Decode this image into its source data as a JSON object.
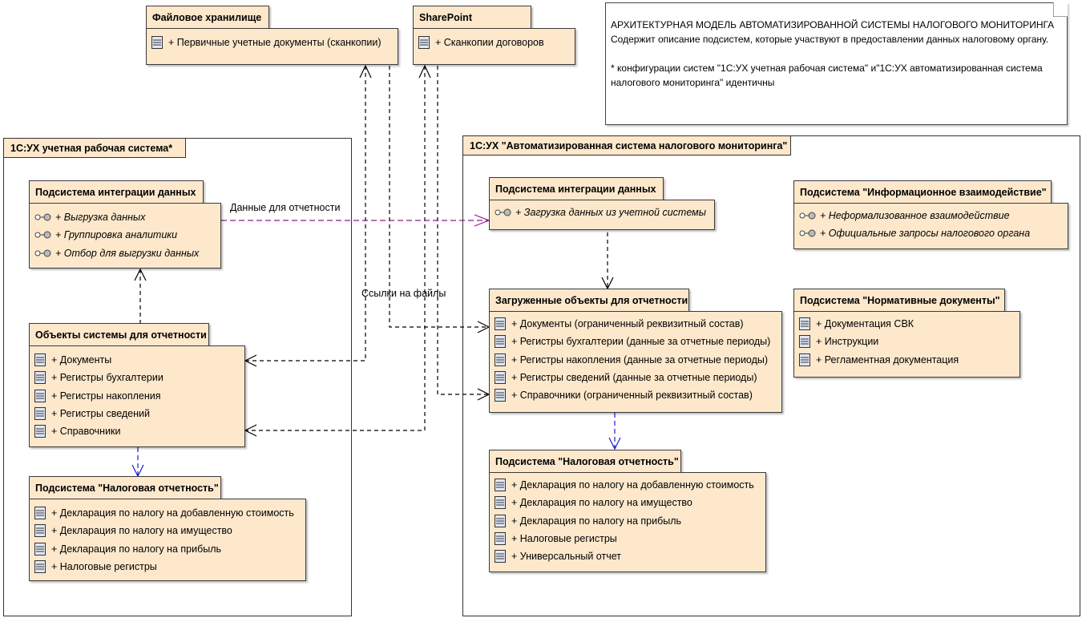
{
  "note": {
    "title": "АРХИТЕКТУРНАЯ МОДЕЛЬ АВТОМАТИЗИРОВАННОЙ СИСТЕМЫ НАЛОГОВОГО МОНИТОРИНГА",
    "line1": "Содержит описание подсистем, которые участвуют в предоставлении данных налоговому органу.",
    "line2": "* конфигурации систем \"1С:УХ учетная рабочая система\" и\"1С:УХ автоматизированная система налогового мониторинга\" идентичны"
  },
  "packages": {
    "left": "1С:УХ учетная рабочая система*",
    "right": "1С:УХ \"Автоматизированная система налогового мониторинга\""
  },
  "file_storage": {
    "title": "Файловое хранилище",
    "items": [
      "+ Первичные учетные документы (сканкопии)"
    ]
  },
  "sharepoint": {
    "title": "SharePoint",
    "items": [
      "+ Сканкопии договоров"
    ]
  },
  "left_integration": {
    "title": "Подсистема интеграции данных",
    "items": [
      "+ Выгрузка данных",
      "+ Группировка аналитики",
      "+ Отбор для выгрузки данных"
    ]
  },
  "left_objects": {
    "title": "Объекты системы для отчетности",
    "items": [
      "+ Документы",
      "+ Регистры бухгалтерии",
      "+ Регистры накопления",
      "+ Регистры сведений",
      "+ Справочники"
    ]
  },
  "left_tax": {
    "title": "Подсистема \"Налоговая отчетность\"",
    "items": [
      "+ Декларация по налогу на добавленную стоимость",
      "+ Декларация по налогу на имущество",
      "+ Декларация по налогу на прибыль",
      "+ Налоговые регистры"
    ]
  },
  "right_integration": {
    "title": "Подсистема интеграции данных",
    "items": [
      "+ Загрузка данных из учетной системы"
    ]
  },
  "right_loaded": {
    "title": "Загруженные объекты для отчетности",
    "items": [
      "+ Документы (ограниченный реквизитный состав)",
      "+ Регистры бухгалтерии (данные за отчетные периоды)",
      "+ Регистры накопления (данные за отчетные периоды)",
      "+ Регистры сведений (данные за отчетные периоды)",
      "+ Справочники (ограниченный реквизитный состав)"
    ]
  },
  "right_tax": {
    "title": "Подсистема \"Налоговая отчетность\"",
    "items": [
      "+ Декларация по налогу на добавленную стоимость",
      "+ Декларация по налогу на имущество",
      "+ Декларация по налогу на прибыль",
      "+ Налоговые регистры",
      "+ Универсальный отчет"
    ]
  },
  "info_exchange": {
    "title": "Подсистема \"Информационное взаимодействие\"",
    "items": [
      "+ Неформализованное взаимодействие",
      "+ Официальные запросы налогового органа"
    ]
  },
  "normative": {
    "title": "Подсистема \"Нормативные документы\"",
    "items": [
      "+ Документация СВК",
      "+ Инструкции",
      "+ Регламентная документация"
    ]
  },
  "labels": {
    "data_for_reporting": "Данные для отчетности",
    "file_links": "Ссылки на файлы"
  },
  "colors": {
    "box_fill": "#fde8cc",
    "purple_link": "#8b1a8b",
    "blue_link": "#1a1acc"
  }
}
